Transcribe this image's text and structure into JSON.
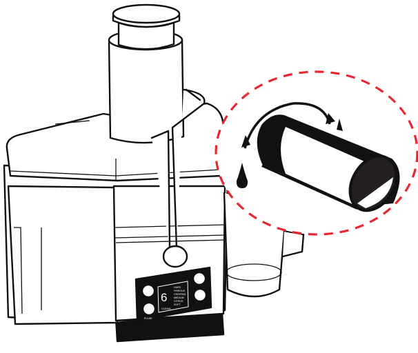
{
  "illustration": {
    "subject": "juicer",
    "highlight_color": "#e8262f",
    "line_color": "#111111"
  },
  "control_panel": {
    "display_digit": "6",
    "clean_label": "CLEAN",
    "speed_labels": [
      "HARD",
      "FIBROUS",
      "CRISPING",
      "MEDIUM",
      "CITRUS",
      "SOFT"
    ],
    "button_left_bottom_label": "PULSE"
  },
  "detail_callout": {
    "icons": [
      "rotate-arrows-icon",
      "drip-icon",
      "filter-basket-cylinder"
    ]
  }
}
